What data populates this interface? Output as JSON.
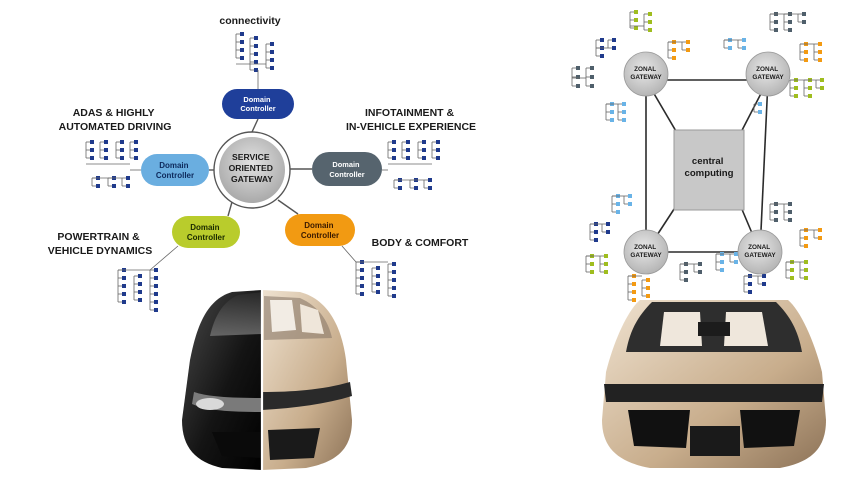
{
  "left_diagram": {
    "hub": {
      "label_lines": [
        "SERVICE",
        "ORIENTED",
        "GATEWAY"
      ]
    },
    "domains": [
      {
        "key": "connectivity",
        "title_lines": [
          "connectivity"
        ],
        "controller_lines": [
          "Domain",
          "Controller"
        ],
        "color": "#1f3f9a",
        "text_color": "#ffffff"
      },
      {
        "key": "adas",
        "title_lines": [
          "ADAS & HIGHLY",
          "AUTOMATED DRIVING"
        ],
        "controller_lines": [
          "Domain",
          "Controller"
        ],
        "color": "#6aaee0",
        "text_color": "#0e2a5c"
      },
      {
        "key": "infotainment",
        "title_lines": [
          "INFOTAINMENT &",
          "IN-VEHICLE EXPERIENCE"
        ],
        "controller_lines": [
          "Domain",
          "Controller"
        ],
        "color": "#56646e",
        "text_color": "#ffffff"
      },
      {
        "key": "powertrain",
        "title_lines": [
          "POWERTRAIN &",
          "VEHICLE DYNAMICS"
        ],
        "controller_lines": [
          "Domain",
          "Controller"
        ],
        "color": "#b9cc2c",
        "text_color": "#1a2a00"
      },
      {
        "key": "body",
        "title_lines": [
          "BODY & COMFORT"
        ],
        "controller_lines": [
          "Domain",
          "Controller"
        ],
        "color": "#f29a12",
        "text_color": "#3a1a00"
      }
    ]
  },
  "right_diagram": {
    "center_lines": [
      "central",
      "computing"
    ],
    "gateways": [
      {
        "key": "tl",
        "label_lines": [
          "ZONAL",
          "GATEWAY"
        ]
      },
      {
        "key": "tr",
        "label_lines": [
          "ZONAL",
          "GATEWAY"
        ]
      },
      {
        "key": "bl",
        "label_lines": [
          "ZONAL",
          "GATEWAY"
        ]
      },
      {
        "key": "br",
        "label_lines": [
          "ZONAL",
          "GATEWAY"
        ]
      }
    ]
  },
  "colors": {
    "navy": "#1f3a8c",
    "lightblue": "#69b3e7",
    "slate": "#4f5f6b",
    "lime": "#9fbd1e",
    "orange": "#f39a12",
    "gateway_gray": "#c9c9c9",
    "car_black": "#1b1b1b",
    "car_gold": "#cdb89b"
  }
}
